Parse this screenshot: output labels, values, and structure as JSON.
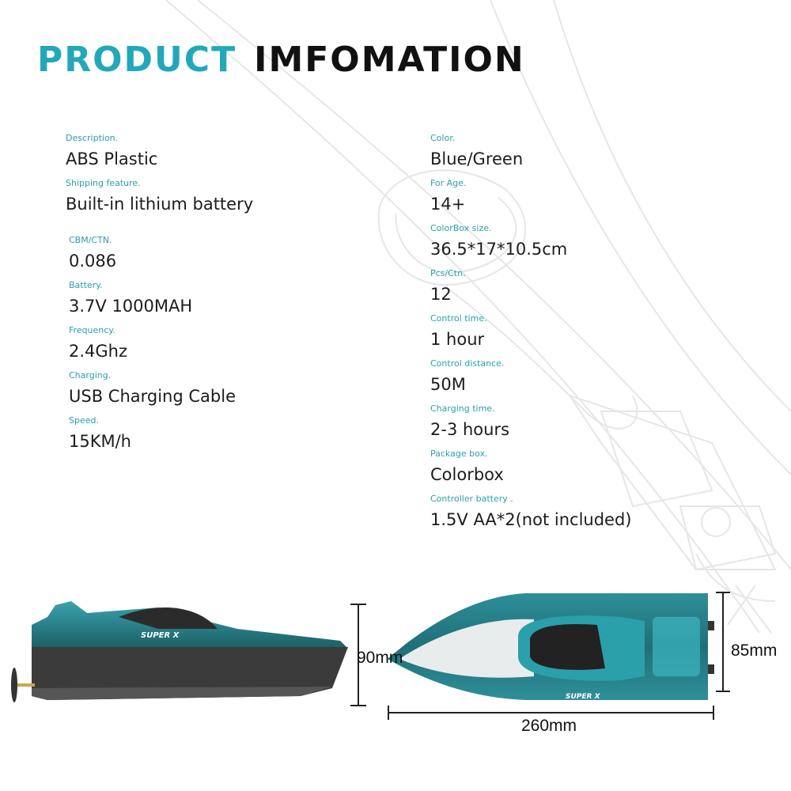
{
  "title": {
    "part1": "PRODUCT",
    "part2": "IMFOMATION"
  },
  "colors": {
    "accent": "#22a8b8",
    "label": "#2aa0aa",
    "hull_teal": "#1f6f78",
    "hull_dark": "#3a3a3a"
  },
  "specs_left": [
    {
      "label": "Description.",
      "value": "ABS Plastic"
    },
    {
      "label": "Shipping feature.",
      "value": "Built-in lithium battery"
    },
    {
      "label": "CBM/CTN.",
      "value": "0.086"
    },
    {
      "label": "Battery.",
      "value": "3.7V 1000MAH"
    },
    {
      "label": "Frequency.",
      "value": "2.4Ghz"
    },
    {
      "label": "Charging.",
      "value": "USB Charging Cable"
    },
    {
      "label": "Speed.",
      "value": "15KM/h"
    }
  ],
  "specs_right": [
    {
      "label": "Color.",
      "value": "Blue/Green"
    },
    {
      "label": "For Age.",
      "value": "14+"
    },
    {
      "label": "ColorBox size.",
      "value": "36.5*17*10.5cm"
    },
    {
      "label": "Pcs/Ctn.",
      "value": "12"
    },
    {
      "label": "Control time.",
      "value": "1 hour"
    },
    {
      "label": "Control distance.",
      "value": "50M"
    },
    {
      "label": "Charging time.",
      "value": "2-3 hours"
    },
    {
      "label": "Package box.",
      "value": "Colorbox"
    },
    {
      "label": "Controller battery .",
      "value": "1.5V AA*2(not included)"
    }
  ],
  "dimensions": {
    "height": "90mm",
    "width": "85mm",
    "length": "260mm"
  },
  "boat_brand": "SUPER X"
}
